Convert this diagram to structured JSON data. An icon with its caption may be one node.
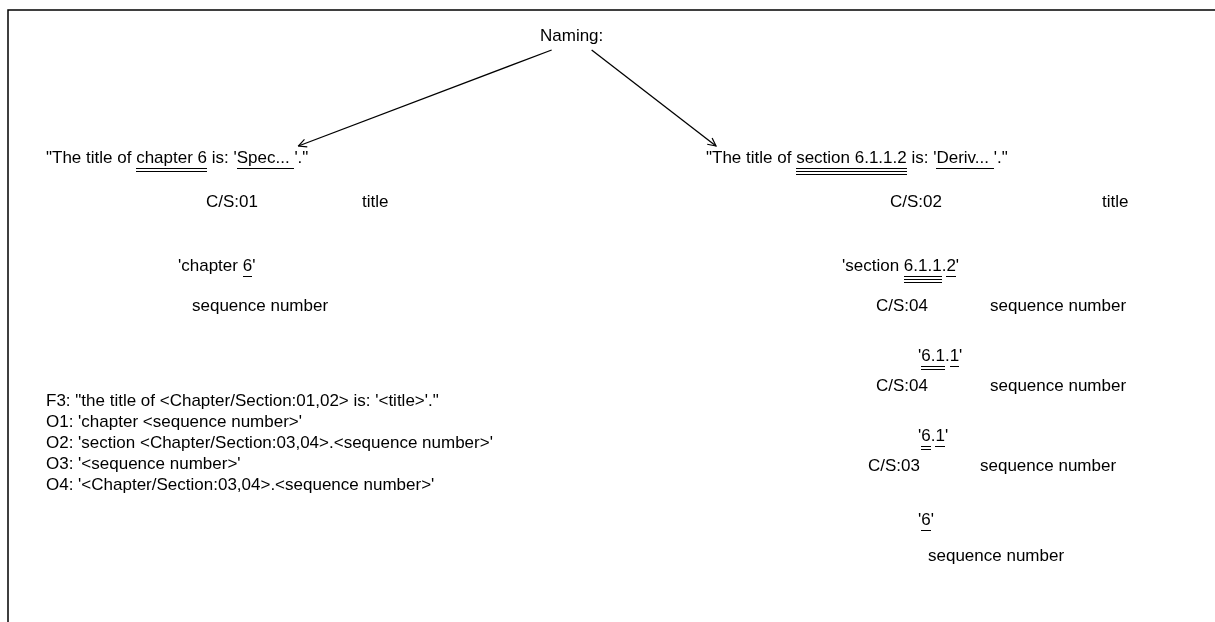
{
  "diagram": {
    "nodes": [
      {
        "text": [
          "Naming:"
        ]
      },
      {
        "text": [
          "\"The title of chapter 6 is: 'Spec... '.\""
        ]
      },
      {
        "text": [
          "\"The title of section 6.1.1.2 is: 'Deriv... '.\""
        ]
      }
    ],
    "edges": [
      {
        "from": 0,
        "to": 1,
        "arrow": "to"
      },
      {
        "from": 0,
        "to": 2,
        "arrow": "to"
      }
    ],
    "labels": [
      "C/S:01",
      "title",
      "C/S:02",
      "title",
      "'chapter 6'",
      "'section 6.1.1.2'",
      "sequence number",
      "C/S:04",
      "sequence number",
      "'6.1.1'",
      "C/S:04",
      "sequence number",
      "F3: \"the title of <Chapter/Section:01,02> is: '<title>'.\"",
      "O1: 'chapter <sequence number>'",
      "O2: 'section <Chapter/Section:03,04>.<sequence number>'",
      "O3: '<sequence number>'",
      "O4: '<Chapter/Section:03,04>.<sequence number>'",
      "'6.1'",
      "C/S:03",
      "sequence number",
      "'6'",
      "sequence number"
    ]
  }
}
